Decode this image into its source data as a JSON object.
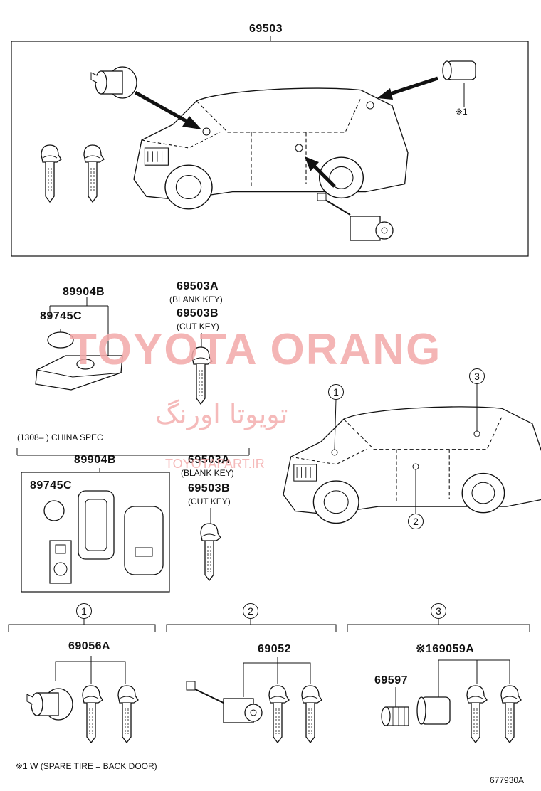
{
  "labels": {
    "top_assembly": "69503",
    "note_mark_top": "※1",
    "remote_a": "89904B",
    "battery_a": "89745C",
    "blank_key_a": "69503A",
    "blank_key_a_desc": "(BLANK KEY)",
    "cut_key_a": "69503B",
    "cut_key_a_desc": "(CUT KEY)",
    "china_spec": "(1308–    ) CHINA SPEC",
    "remote_b": "89904B",
    "battery_b": "89745C",
    "blank_key_b": "69503A",
    "blank_key_b_desc": "(BLANK KEY)",
    "cut_key_b": "69503B",
    "cut_key_b_desc": "(CUT KEY)",
    "section1_num": "1",
    "section2_num": "2",
    "section3_num": "3",
    "part_69056a": "69056A",
    "part_69052": "69052",
    "part_69059a": "※169059A",
    "part_69597": "69597",
    "footnote": "※1 W (SPARE TIRE =  BACK DOOR)",
    "drawing_number": "677930A"
  },
  "callouts": {
    "car_point_1": "1",
    "car_point_2": "2",
    "car_point_3": "3"
  },
  "watermark": {
    "brand": "TOYOTA ORANG",
    "brand_fa": "تویوتا اورنگ",
    "site": "TOYOTAPART.IR"
  },
  "colors": {
    "line": "#111111",
    "watermark": "#f3a9a9"
  }
}
